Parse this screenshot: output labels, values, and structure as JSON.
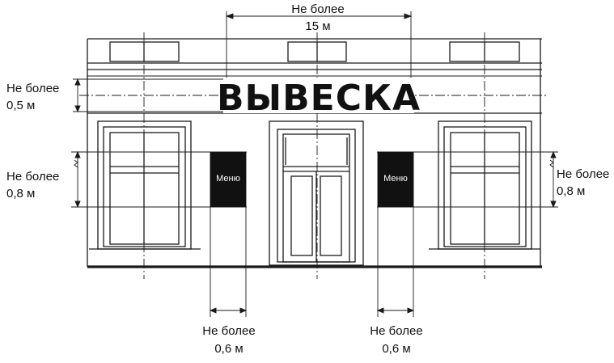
{
  "sign": {
    "text": "ВЫВЕСКА"
  },
  "menu_boards": {
    "left": "Меню",
    "right": "Меню"
  },
  "dimensions": {
    "top_width": {
      "line1": "Не более",
      "line2": "15 м"
    },
    "sign_height": {
      "line1": "Не более",
      "line2": "0,5 м"
    },
    "menu_height_left": {
      "line1": "Не более",
      "line2": "0,8 м"
    },
    "menu_height_right": {
      "line1": "Не более",
      "line2": "0,8 м"
    },
    "menu_width_left": {
      "line1": "Не более",
      "line2": "0,6 м"
    },
    "menu_width_right": {
      "line1": "Не более",
      "line2": "0,6 м"
    }
  },
  "colors": {
    "line": "#1a1a1a",
    "menu_fill": "#111111",
    "background": "#ffffff"
  }
}
